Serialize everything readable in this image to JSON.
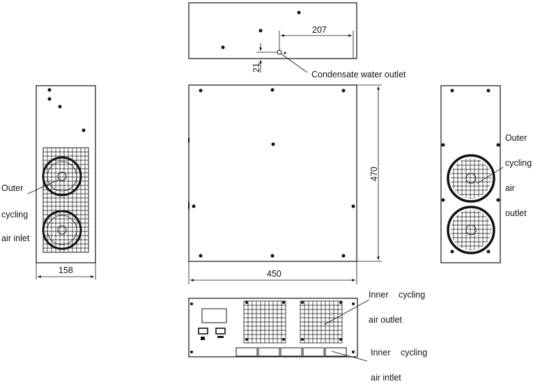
{
  "dimensions": {
    "top_offset": "207",
    "top_height": "21",
    "front_height": "470",
    "front_width": "450",
    "side_depth": "158"
  },
  "labels": {
    "condensate": "Condensate water outlet",
    "left": [
      "Outer",
      "cycling",
      "air inlet"
    ],
    "right": [
      "Outer",
      "cycling",
      "air",
      "outlet"
    ],
    "bottom_outlet": [
      "Inner",
      "cycling",
      "air outlet"
    ],
    "bottom_inlet": [
      "Inner",
      "cycling",
      "air intlet"
    ]
  }
}
